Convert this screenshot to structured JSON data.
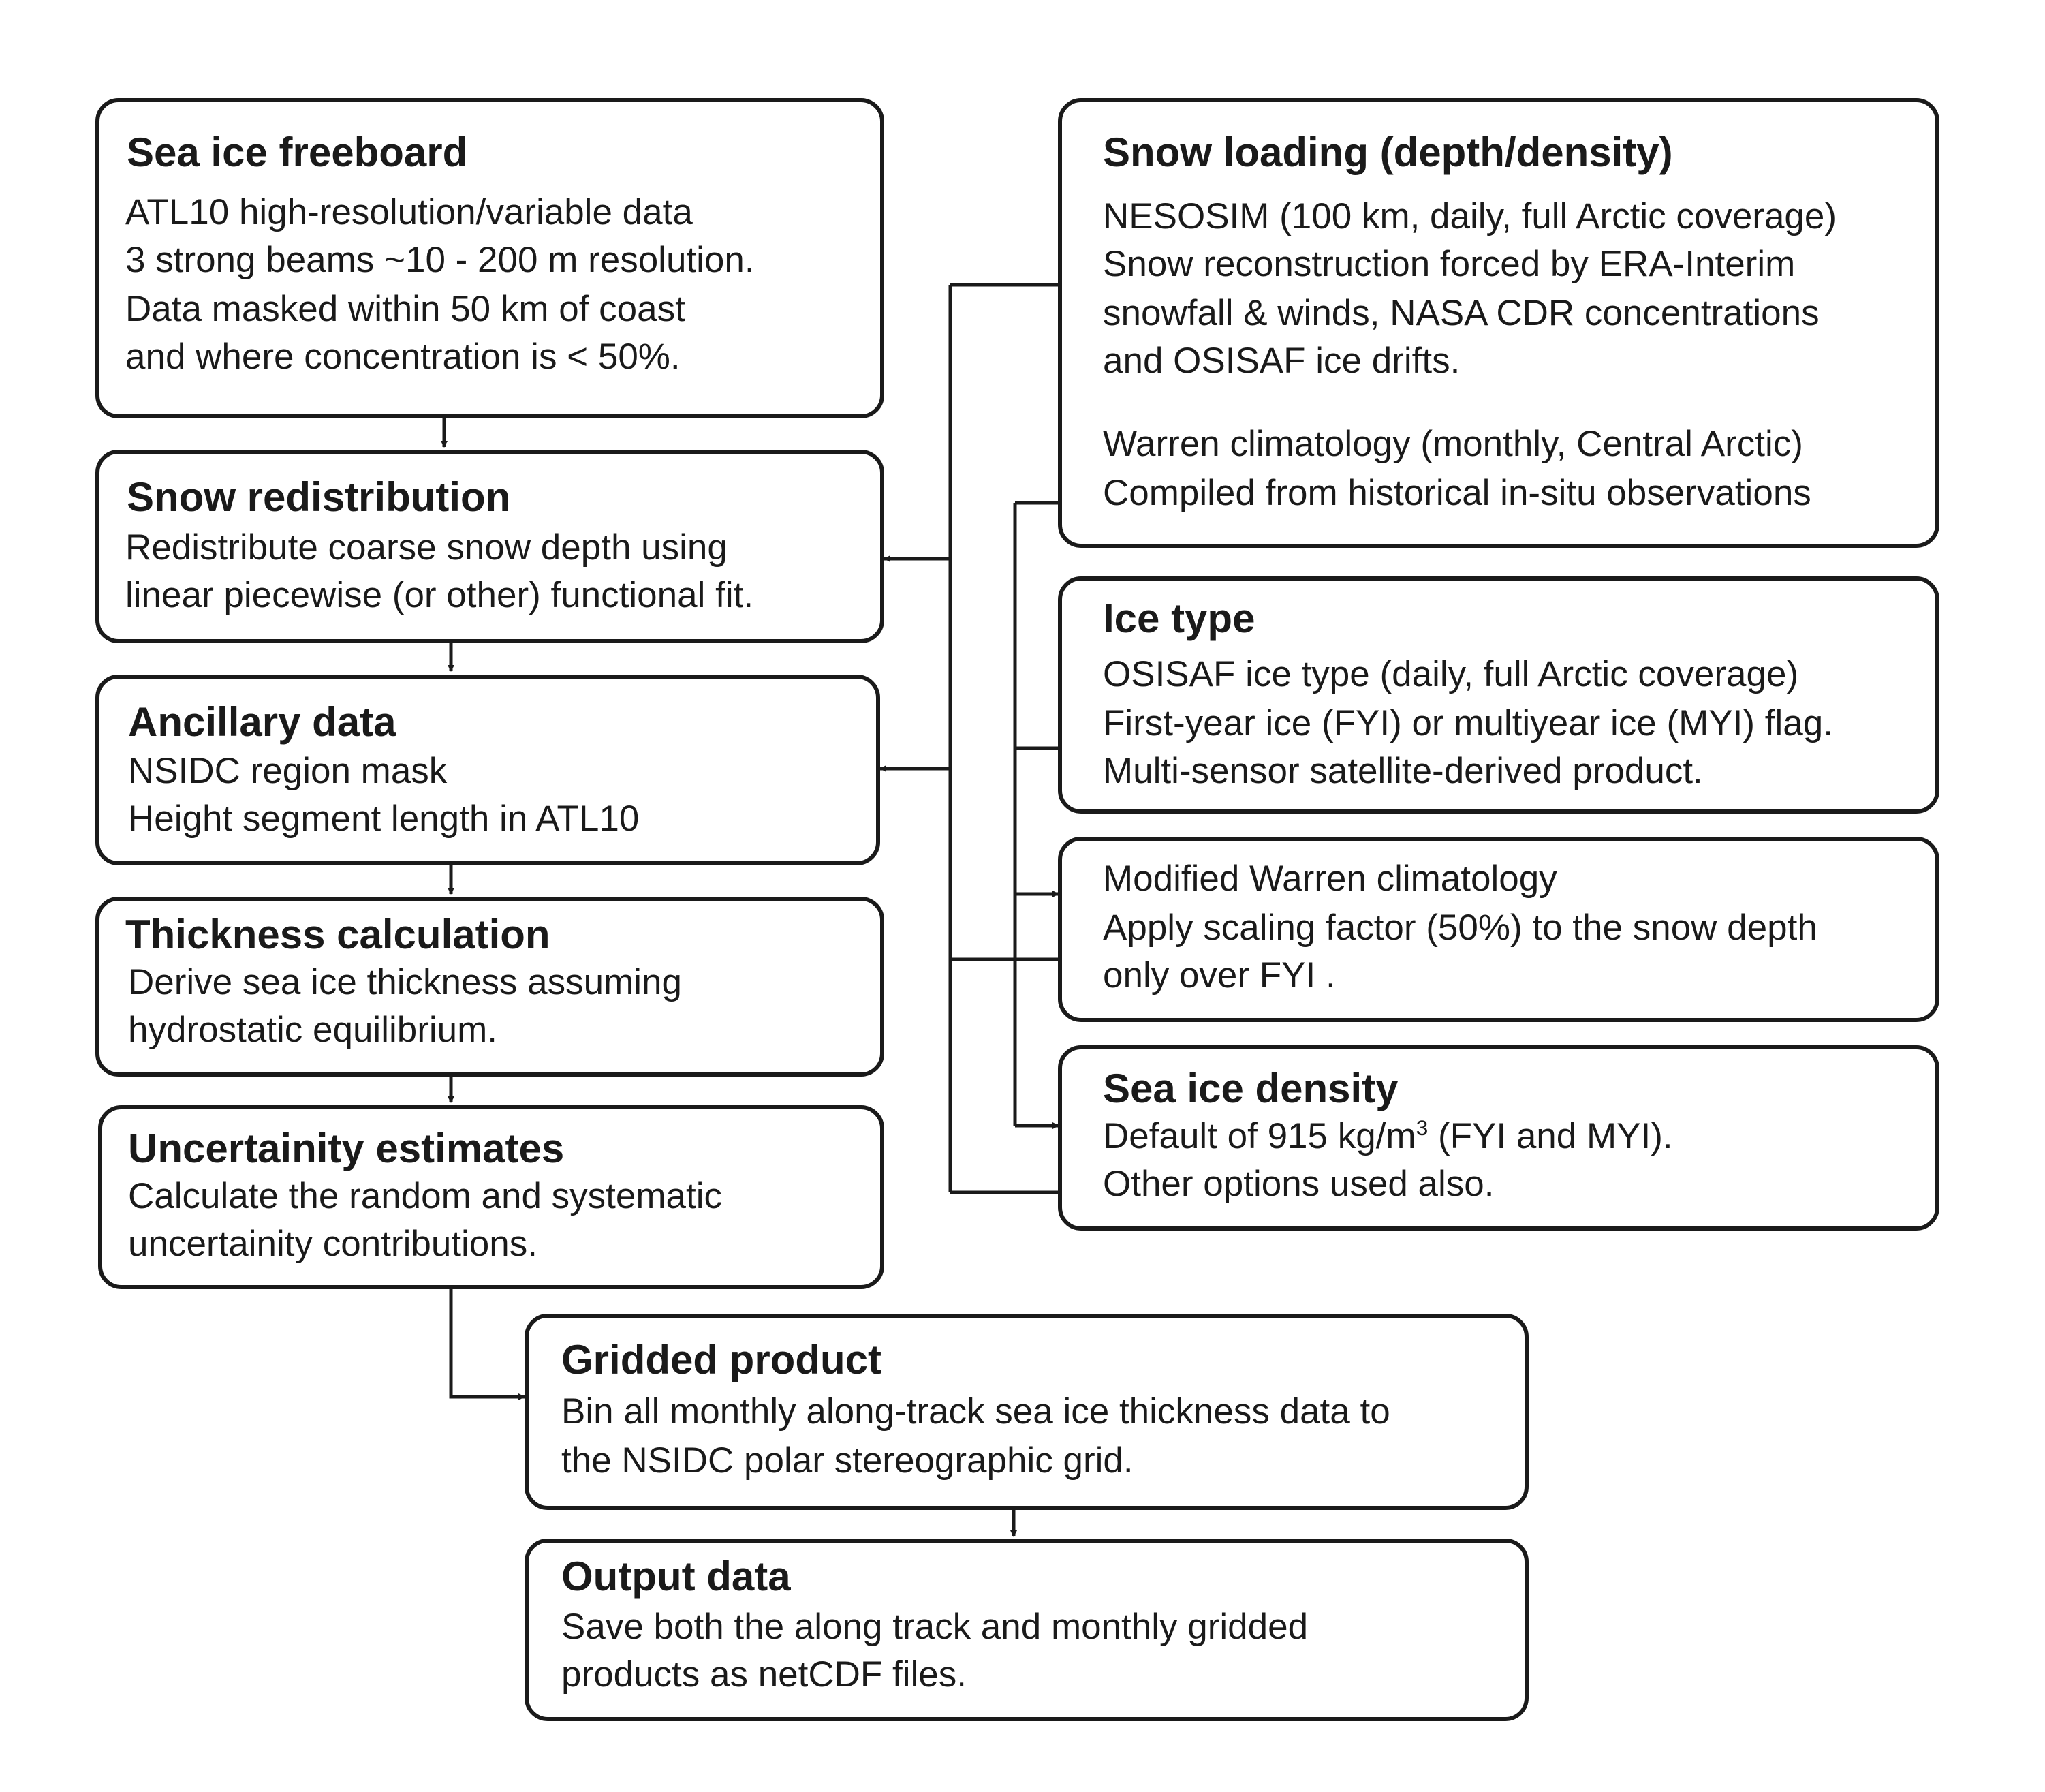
{
  "boxes": {
    "freeboard": {
      "title": "Sea ice freeboard",
      "lines": [
        "ATL10 high-resolution/variable data",
        " 3 strong beams ~10 - 200 m resolution.",
        " Data masked within 50 km of coast",
        " and where concentration is < 50%."
      ]
    },
    "redistribution": {
      "title": "Snow redistribution",
      "lines": [
        "Redistribute coarse snow depth using",
        "linear piecewise (or other) functional fit."
      ]
    },
    "ancillary": {
      "title": "Ancillary data",
      "lines": [
        "NSIDC region mask",
        "Height segment length in ATL10"
      ]
    },
    "thickness": {
      "title": "Thickness calculation",
      "lines": [
        "Derive sea ice thickness assuming",
        "hydrostatic equilibrium."
      ]
    },
    "uncertainty": {
      "title": "Uncertainity estimates",
      "lines": [
        "Calculate the random and systematic",
        "uncertainity contributions."
      ]
    },
    "snow_loading": {
      "title": "Snow loading (depth/density)",
      "lines": [
        "NESOSIM (100 km, daily, full Arctic coverage)",
        " Snow reconstruction forced by ERA-Interim",
        " snowfall & winds, NASA CDR concentrations",
        " and OSISAF ice drifts.",
        "Warren climatology (monthly, Central Arctic)",
        " Compiled from historical in-situ observations"
      ]
    },
    "ice_type": {
      "title": "Ice type",
      "lines": [
        "OSISAF ice type (daily, full Arctic coverage)",
        " First-year ice (FYI) or multiyear ice (MYI) flag.",
        " Multi-sensor satellite-derived product."
      ]
    },
    "modified_warren": {
      "lines": [
        "Modified Warren climatology",
        " Apply scaling factor (50%) to the snow depth",
        " only over FYI ."
      ]
    },
    "density": {
      "title": "Sea ice density",
      "line1_pre": "Default of 915 kg/m",
      "line1_sup": "3",
      "line1_post": " (FYI and MYI).",
      "line2": "Other options used also."
    },
    "gridded": {
      "title": "Gridded product",
      "lines": [
        "Bin all monthly along-track sea ice thickness data to",
        "the NSIDC polar stereographic grid."
      ]
    },
    "output": {
      "title": "Output data",
      "lines": [
        "Save both the along track and monthly gridded",
        "products as netCDF files."
      ]
    }
  }
}
